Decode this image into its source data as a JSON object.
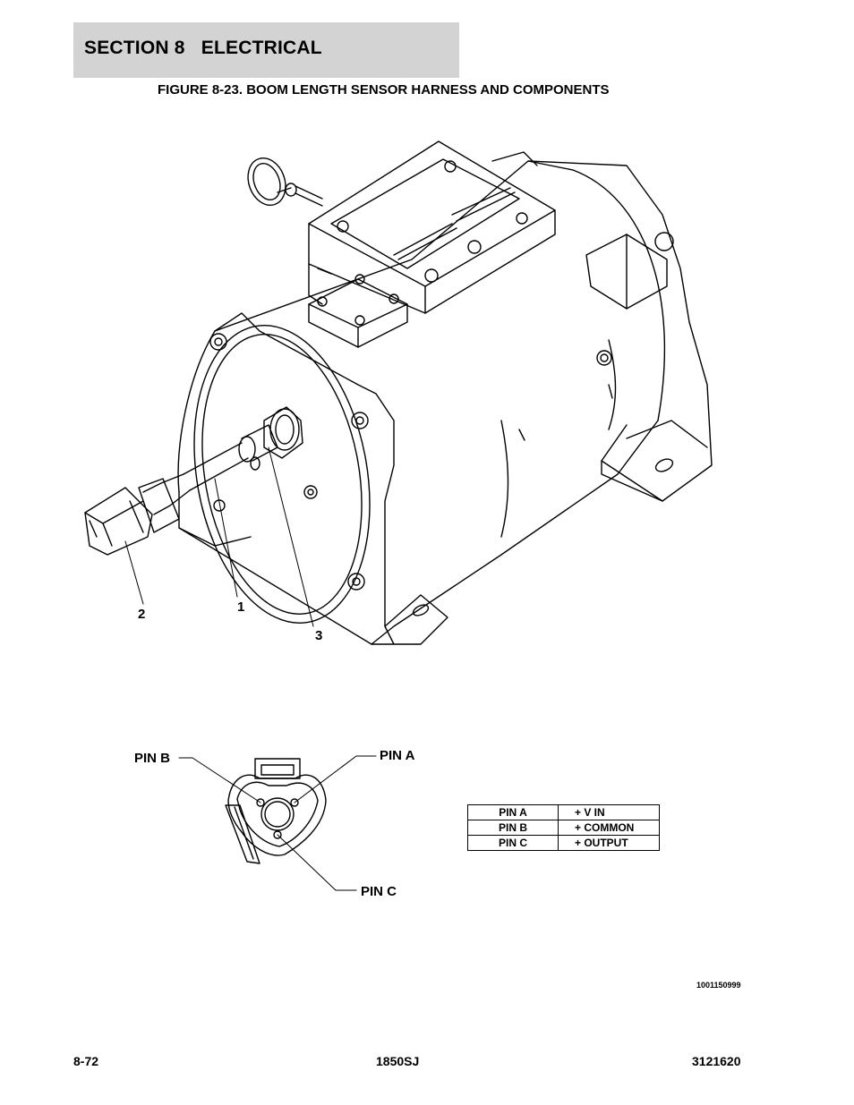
{
  "header": {
    "section": "SECTION 8   ELECTRICAL",
    "figure_title": "FIGURE 8-23. BOOM LENGTH SENSOR HARNESS AND COMPONENTS"
  },
  "callouts": {
    "one": "1",
    "two": "2",
    "three": "3"
  },
  "connector_view": {
    "pin_a": "PIN A",
    "pin_b": "PIN B",
    "pin_c": "PIN C"
  },
  "pin_table": [
    {
      "pin": "PIN A",
      "function": "+ V  IN"
    },
    {
      "pin": "PIN B",
      "function": "+ COMMON"
    },
    {
      "pin": "PIN C",
      "function": "+ OUTPUT"
    }
  ],
  "drawing_number": "1001150999",
  "footer": {
    "page": "8-72",
    "model": "1850SJ",
    "manual": "3121620"
  }
}
